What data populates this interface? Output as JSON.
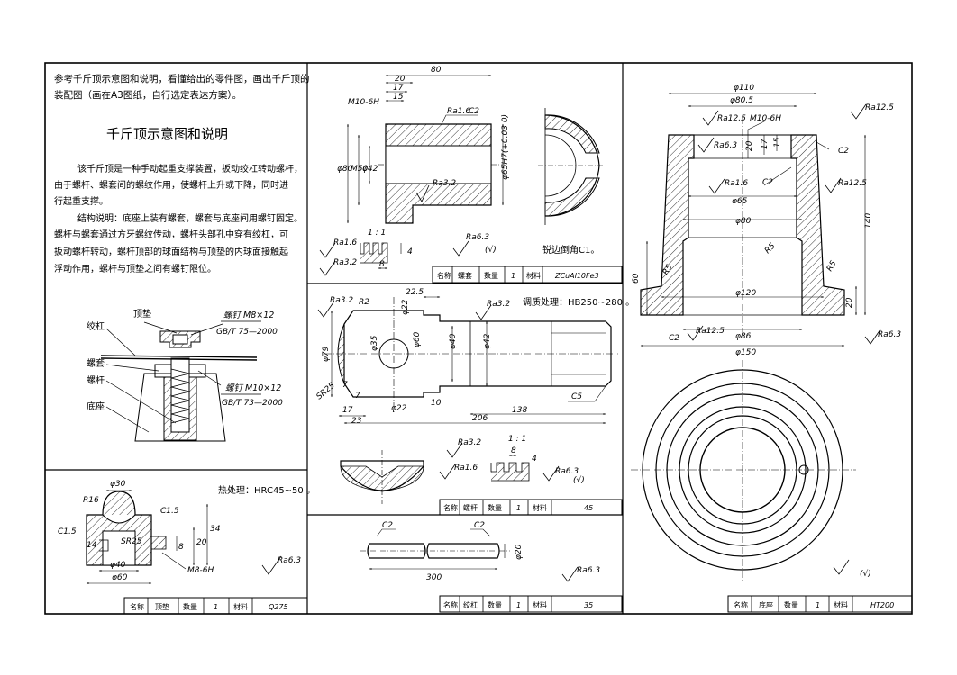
{
  "intro": {
    "line1": "参考千斤顶示意图和说明，看懂给出的零件图，画出千斤顶的",
    "line2": "装配图（画在A3图纸，自行选定表达方案）。",
    "heading": "千斤顶示意图和说明",
    "p1": [
      "该千斤顶是一种手动起重支撑装置，扳动绞杠转动螺杆，",
      "由于螺杆、螺套间的螺纹作用，使螺杆上升或下降，同时进",
      "行起重支撑。"
    ],
    "p2": [
      "结构说明：底座上装有螺套，螺套与底座间用螺钉固定。",
      "螺杆与螺套通过方牙螺纹传动，螺杆头部孔中穿有绞杠，可",
      "扳动螺杆转动，螺杆顶部的球面结构与顶垫的内球面接触起",
      "浮动作用，螺杆与顶垫之间有螺钉限位。"
    ]
  },
  "schematic": {
    "dingdian": "顶垫",
    "jiaogang": "绞杠",
    "luotao": "螺套",
    "luogan": "螺杆",
    "dizuo": "底座",
    "screw1": "螺钉 M8×12",
    "std1": "GB/T 75—2000",
    "screw2": "螺钉 M10×12",
    "std2": "GB/T 73—2000"
  },
  "parts": {
    "dingdian": {
      "name_label": "名称",
      "name": "顶垫",
      "qty_label": "数量",
      "qty": "1",
      "mat_label": "材料",
      "mat": "Q275",
      "note": "热处理：HRC45~50 。"
    },
    "luotao": {
      "name_label": "名称",
      "name": "螺套",
      "qty_label": "数量",
      "qty": "1",
      "mat_label": "材料",
      "mat": "ZCuAl10Fe3",
      "note": "锐边倒角C1。"
    },
    "luogan": {
      "name_label": "名称",
      "name": "螺杆",
      "qty_label": "数量",
      "qty": "1",
      "mat_label": "材料",
      "mat": "45",
      "note": "调质处理：HB250~280 。"
    },
    "jiaogang": {
      "name_label": "名称",
      "name": "绞杠",
      "qty_label": "数量",
      "qty": "1",
      "mat_label": "材料",
      "mat": "35"
    },
    "dizuo": {
      "name_label": "名称",
      "name": "底座",
      "qty_label": "数量",
      "qty": "1",
      "mat_label": "材料",
      "mat": "HT200"
    }
  },
  "dims": {
    "dd_phi30": "φ30",
    "dd_r16": "R16",
    "dd_c15a": "C1.5",
    "dd_c15b": "C1.5",
    "dd_14": "14",
    "dd_sr25": "SR25",
    "dd_8": "8",
    "dd_20": "20",
    "dd_34": "34",
    "dd_phi40": "φ40",
    "dd_phi60": "φ60",
    "dd_m8": "M8-6H",
    "dd_ra": "Ra6.3",
    "lt_80": "80",
    "lt_20": "20",
    "lt_17": "17",
    "lt_15": "15",
    "lt_m10": "M10-6H",
    "lt_ra16": "Ra1.6",
    "lt_c2": "C2",
    "lt_phi80": "φ80",
    "lt_m50": "M50",
    "lt_phi42": "φ42",
    "lt_phi65": "φ65H7(+0.03 0)",
    "lt_ra32": "Ra3.2",
    "lt_11": "1 : 1",
    "lt_4": "4",
    "lt_8": "8",
    "lt_ra16b": "Ra1.6",
    "lt_ra32b": "Ra3.2",
    "lt_ra63": "Ra6.3",
    "lt_check": "(√)",
    "lg_ra32": "Ra3.2",
    "lg_r2": "R2",
    "lg_225": "22.5",
    "lg_phi22": "φ22",
    "lg_ra32b": "Ra3.2",
    "lg_phi79": "φ79",
    "lg_phi35": "φ35",
    "lg_phi60": "φ60",
    "lg_phi40": "φ40",
    "lg_phi42": "φ42",
    "lg_sr25": "SR25",
    "lg_7a": "7",
    "lg_7b": "7",
    "lg_17": "17",
    "lg_23": "23",
    "lg_phi22b": "φ22",
    "lg_10": "10",
    "lg_138": "138",
    "lg_c5": "C5",
    "lg_206": "206",
    "lg_11": "1 : 1",
    "lg_ra32c": "Ra3.2",
    "lg_8": "8",
    "lg_4": "4",
    "lg_ra16": "Ra1.6",
    "lg_ra63": "Ra6.3",
    "lg_check": "(√)",
    "jg_c2a": "C2",
    "jg_c2b": "C2",
    "jg_phi20": "φ20",
    "jg_300": "300",
    "jg_ra63": "Ra6.3",
    "dz_phi110": "φ110",
    "dz_phi805": "φ80.5",
    "dz_ra125a": "Ra12.5",
    "dz_m10": "M10-6H",
    "dz_ra125b": "Ra12.5",
    "dz_ra63": "Ra6.3",
    "dz_20": "20",
    "dz_17": "17",
    "dz_15": "15",
    "dz_c2a": "C2",
    "dz_ra16": "Ra1.6",
    "dz_c2b": "C2",
    "dz_ra125c": "Ra12.5",
    "dz_phi65": "φ65",
    "dz_phi80": "φ80",
    "dz_140": "140",
    "dz_r5a": "R5",
    "dz_r5b": "R5",
    "dz_r5c": "R5",
    "dz_60": "60",
    "dz_phi120": "φ120",
    "dz_20b": "20",
    "dz_c2c": "C2",
    "dz_ra125d": "Ra12.5",
    "dz_phi86": "φ86",
    "dz_ra63b": "Ra6.3",
    "dz_phi150": "φ150",
    "dz_check": "(√)"
  },
  "colors": {
    "line": "#000000",
    "paper": "#ffffff"
  }
}
